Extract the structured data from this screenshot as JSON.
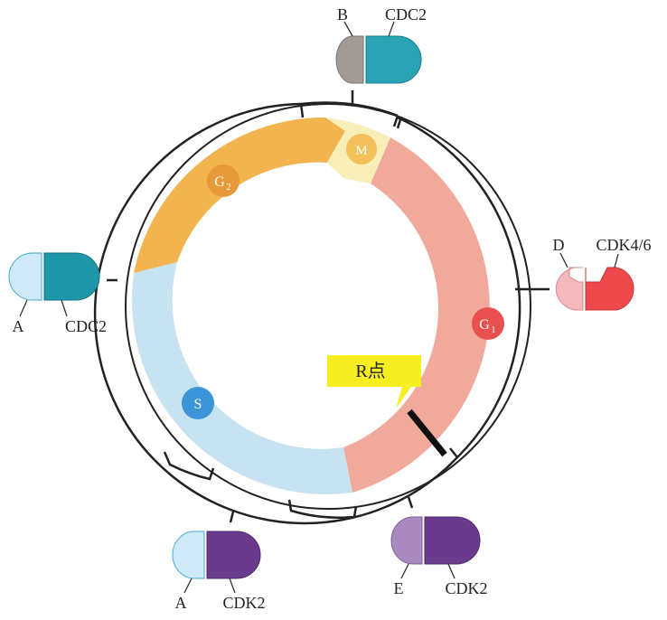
{
  "phases": {
    "g1": {
      "label": "G",
      "sub": "1",
      "color": "#f0a99a",
      "badge": "#e8514f"
    },
    "s": {
      "label": "S",
      "color": "#c7e2f0",
      "badge": "#3b95d8"
    },
    "g2": {
      "label": "G",
      "sub": "2",
      "color": "#f2b44e",
      "badge": "#e69a3a"
    },
    "m": {
      "label": "M",
      "color": "#f8eeb8",
      "badge": "#f2c15a"
    }
  },
  "r_point": {
    "label": "R点",
    "color": "#f7ee22"
  },
  "complexes": [
    {
      "cyclin": "B",
      "cdk": "CDC2",
      "cyclin_color": "#a29a94",
      "cdk_color": "#2aa3b5"
    },
    {
      "cyclin": "D",
      "cdk": "CDK4/6",
      "cyclin_color": "#f4b9bc",
      "cdk_color": "#ee4a4b"
    },
    {
      "cyclin": "A",
      "cdk": "CDC2",
      "cyclin_color": "#cfeaf6",
      "cdk_color": "#1e97a8"
    },
    {
      "cyclin": "A",
      "cdk": "CDK2",
      "cyclin_color": "#cfeaf6",
      "cdk_color": "#6a3a8c"
    },
    {
      "cyclin": "E",
      "cdk": "CDK2",
      "cyclin_color": "#a98ac0",
      "cdk_color": "#6a3a8c"
    }
  ]
}
